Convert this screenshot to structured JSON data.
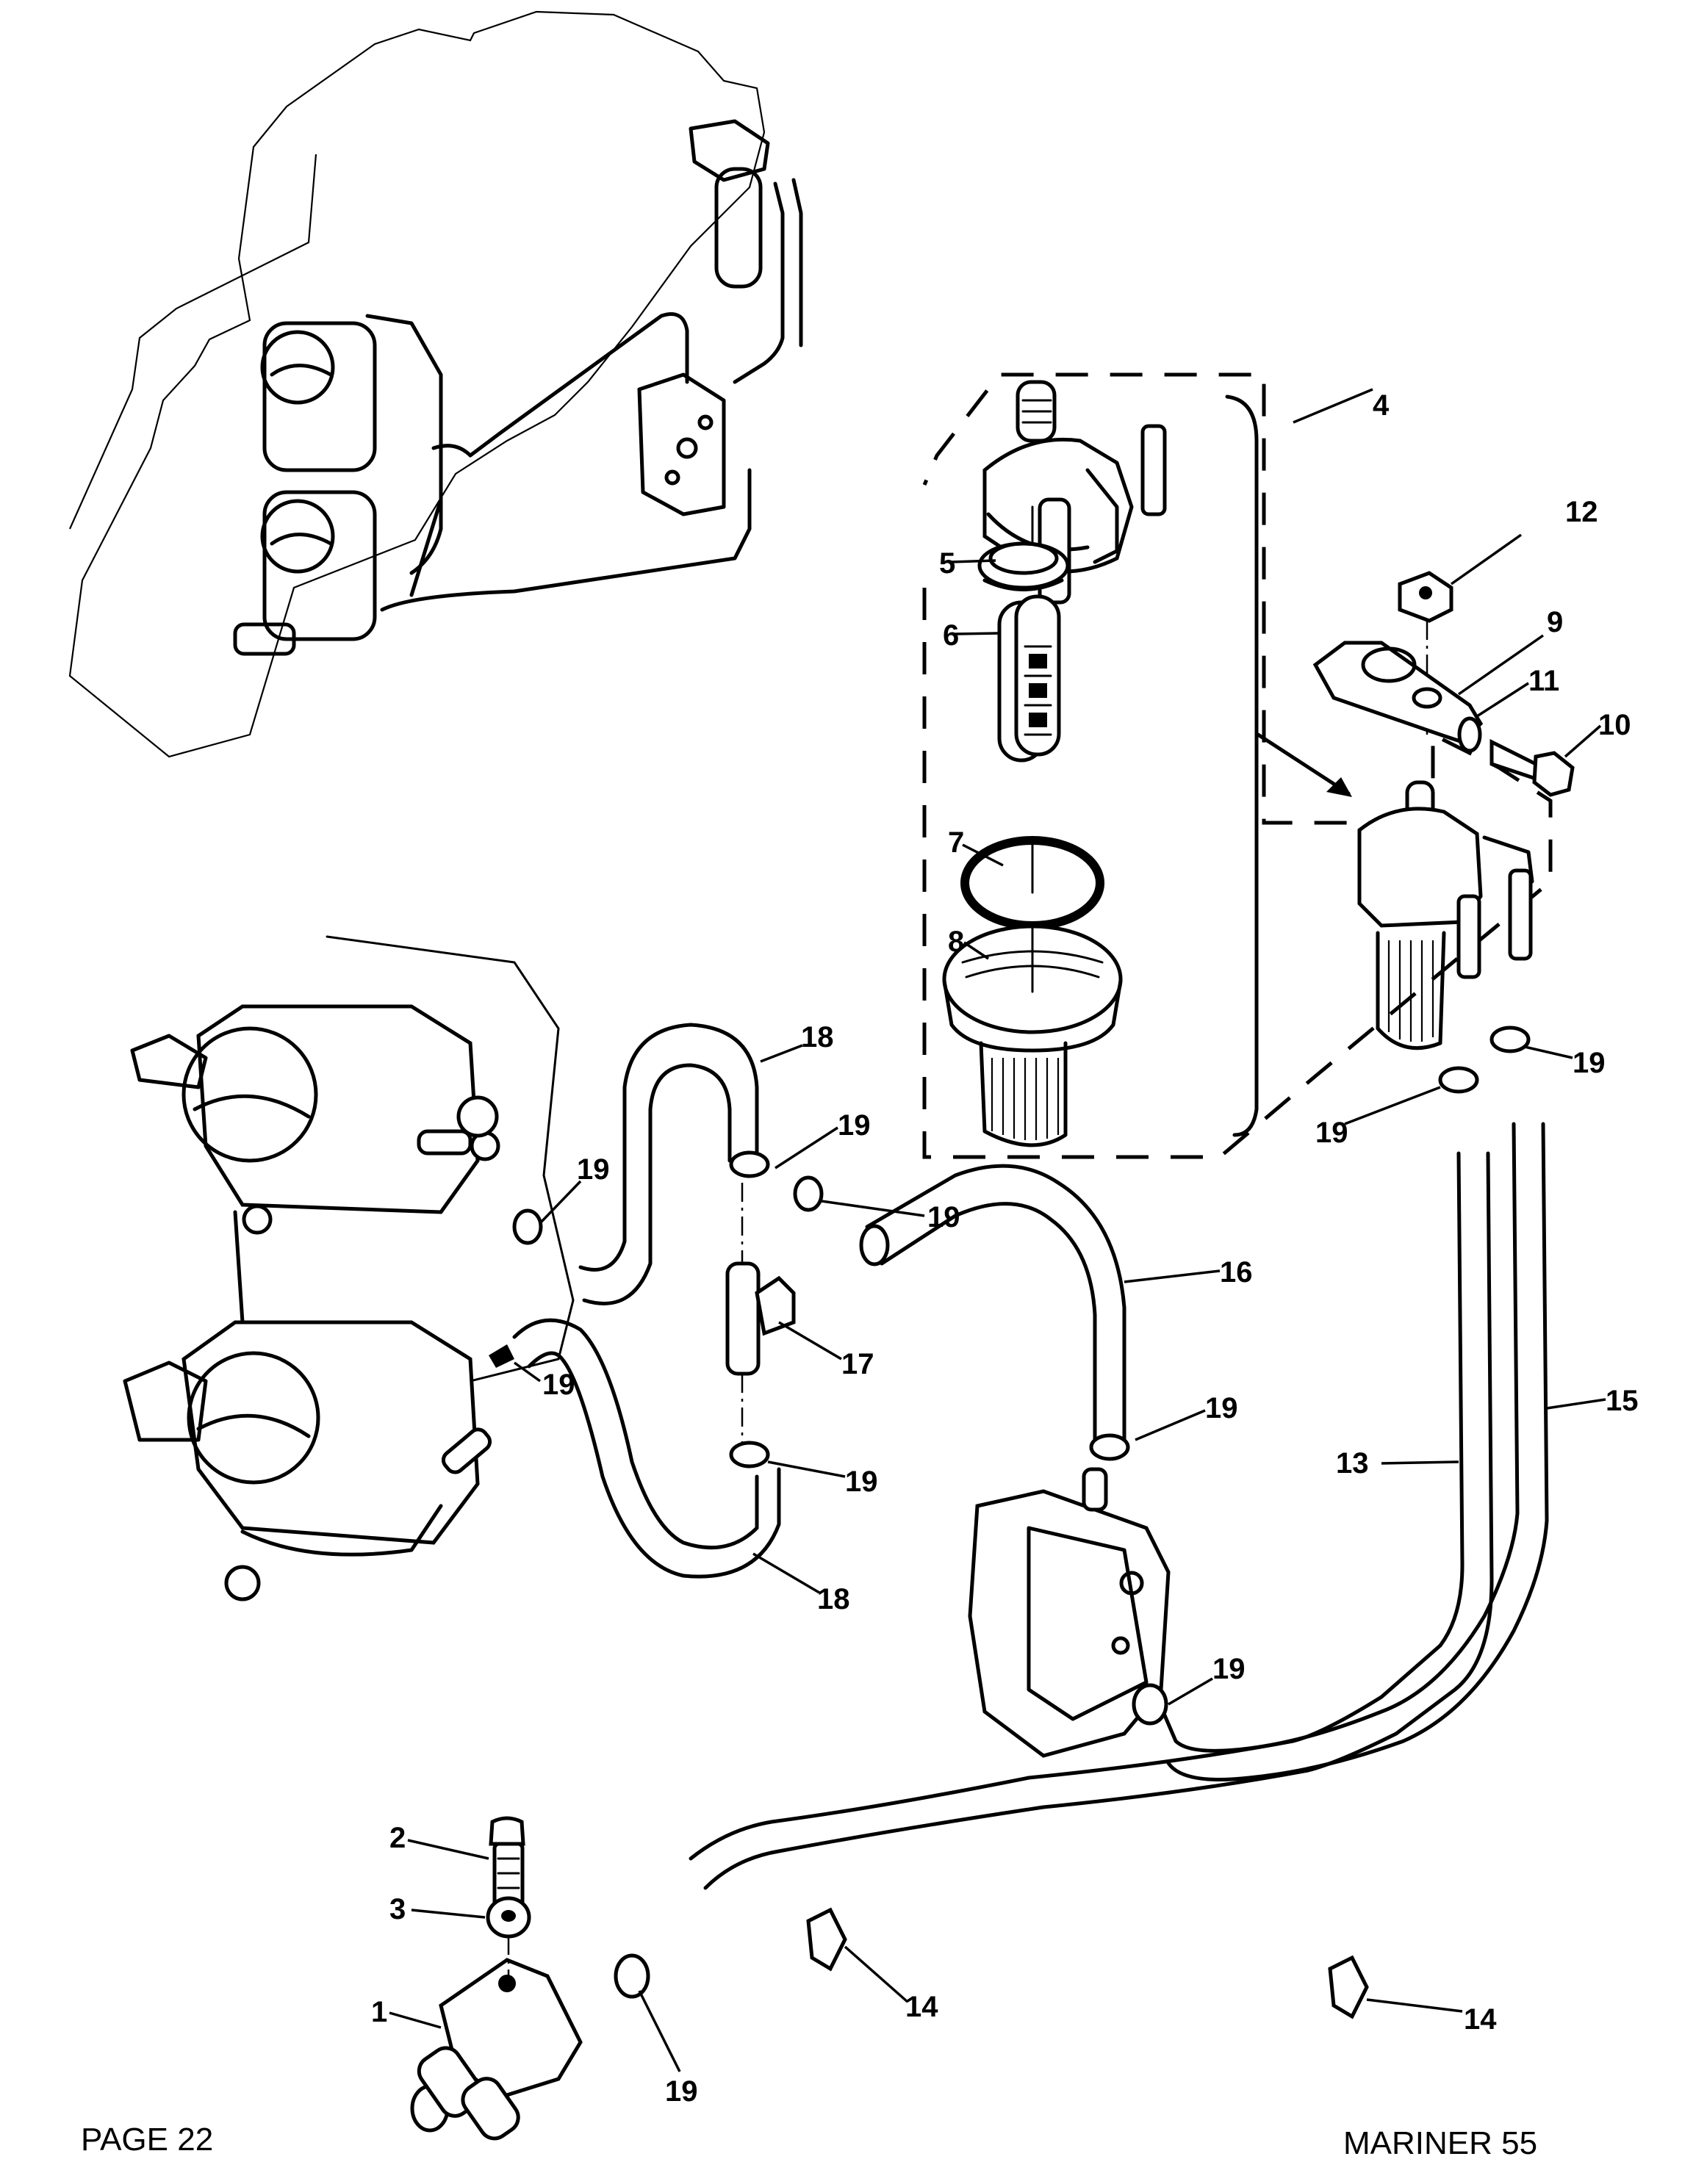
{
  "document": {
    "type": "parts-catalog-exploded-view",
    "subject": "fuel system (carburetors, fuel pump, fuel filter, hoses)"
  },
  "footer": {
    "page_label": "PAGE 22",
    "model_label": "MARINER 55"
  },
  "callouts": [
    {
      "id": "c1",
      "number": "1"
    },
    {
      "id": "c2",
      "number": "2"
    },
    {
      "id": "c3",
      "number": "3"
    },
    {
      "id": "c4",
      "number": "4"
    },
    {
      "id": "c5",
      "number": "5"
    },
    {
      "id": "c6",
      "number": "6"
    },
    {
      "id": "c7",
      "number": "7"
    },
    {
      "id": "c8",
      "number": "8"
    },
    {
      "id": "c9",
      "number": "9"
    },
    {
      "id": "c10",
      "number": "10"
    },
    {
      "id": "c11",
      "number": "11"
    },
    {
      "id": "c12",
      "number": "12"
    },
    {
      "id": "c13",
      "number": "13"
    },
    {
      "id": "c14a",
      "number": "14"
    },
    {
      "id": "c14b",
      "number": "14"
    },
    {
      "id": "c15",
      "number": "15"
    },
    {
      "id": "c16",
      "number": "16"
    },
    {
      "id": "c17",
      "number": "17"
    },
    {
      "id": "c18a",
      "number": "18"
    },
    {
      "id": "c18b",
      "number": "18"
    },
    {
      "id": "c19a",
      "number": "19"
    },
    {
      "id": "c19b",
      "number": "19"
    },
    {
      "id": "c19c",
      "number": "19"
    },
    {
      "id": "c19d",
      "number": "19"
    },
    {
      "id": "c19e",
      "number": "19"
    },
    {
      "id": "c19f",
      "number": "19"
    },
    {
      "id": "c19g",
      "number": "19"
    },
    {
      "id": "c19h",
      "number": "19"
    },
    {
      "id": "c19i",
      "number": "19"
    },
    {
      "id": "c19j",
      "number": "19"
    }
  ],
  "parts": {
    "inset": "engine-location-overview",
    "carburetor_assembly": "twin carburetors",
    "fuel_pump": "fuel pump",
    "fuel_filter_assembly": "fuel filter assembly (items 5-8 inside dashed group 4)",
    "fuel_connector": "fuel connector",
    "t_fitting": "T-fitting",
    "hoses": [
      "13",
      "15",
      "16",
      "18"
    ],
    "clamps": [
      "14",
      "19"
    ]
  }
}
